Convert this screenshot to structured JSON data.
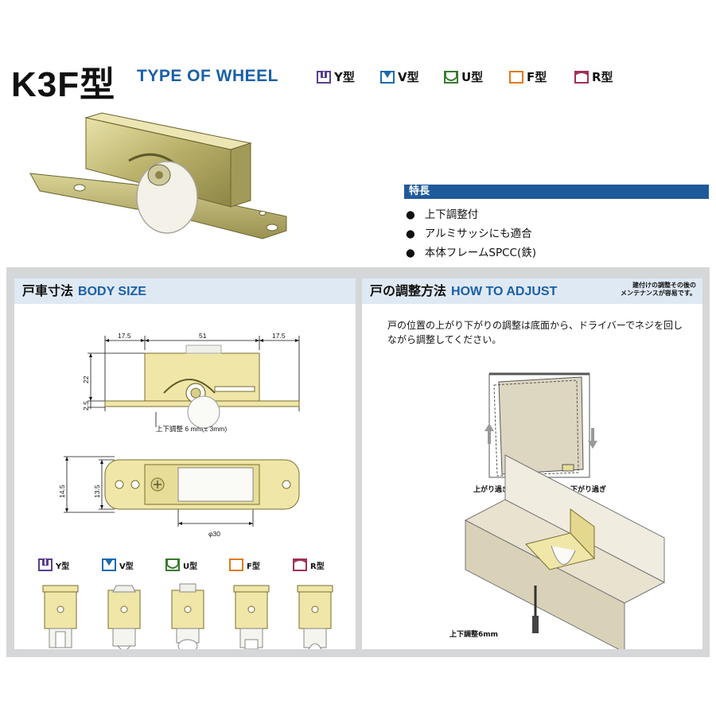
{
  "header": {
    "model": "K3F型",
    "wheel_type_heading": "TYPE OF WHEEL",
    "wheel_types": [
      {
        "label": "Y型",
        "color": "#5a3f8c"
      },
      {
        "label": "V型",
        "color": "#1e6ab0"
      },
      {
        "label": "U型",
        "color": "#3a7a2e"
      },
      {
        "label": "F型",
        "color": "#e07a1a"
      },
      {
        "label": "R型",
        "color": "#a0305a"
      }
    ]
  },
  "features": {
    "heading": "特長",
    "items": [
      "上下調整付",
      "アルミサッシにも適合",
      "本体フレームSPCC(鉄)"
    ]
  },
  "body_size": {
    "heading_jp": "戸車寸法",
    "heading_en": "BODY SIZE",
    "dims": {
      "left_ext": "17.5",
      "center": "51",
      "right_ext": "17.5",
      "height": "22",
      "flange": "2.5",
      "adjust": "上下調整 6 mm(± 3mm)",
      "total_w": "14.5",
      "inner_w": "13.5",
      "wheel_dia": "φ30"
    },
    "variants": [
      "Y型",
      "V型",
      "U型",
      "F型",
      "R型"
    ]
  },
  "adjust": {
    "heading_jp": "戸の調整方法",
    "heading_en": "HOW TO ADJUST",
    "note": [
      "建付けの調整その後の",
      "メンテナンスが容易です。"
    ],
    "description": "戸の位置の上がり下がりの調整は底面から、ドライバーでネジを回しながら調整してください。",
    "up_label": "上がり過ぎ",
    "down_label": "下がり過ぎ",
    "adjust_label": "上下調整6mm"
  }
}
